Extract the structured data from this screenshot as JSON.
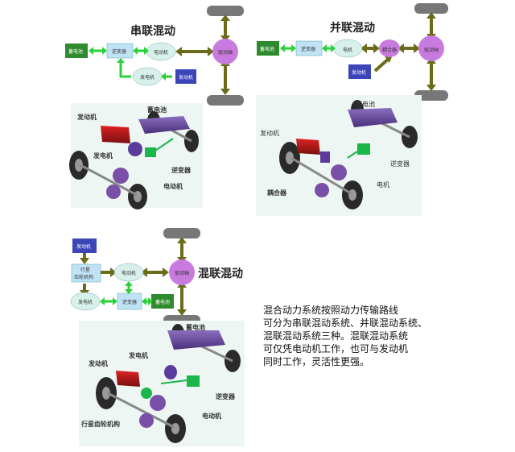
{
  "series_diagram": {
    "title": "串联混动",
    "nodes": {
      "battery": "蓄电池",
      "inverter": "逆变器",
      "motor": "电动机",
      "generator": "发电机",
      "engine": "发动机",
      "axle": "驱动轴"
    },
    "parts": {
      "engine": "发动机",
      "battery": "蓄电池",
      "generator": "发电机",
      "inverter": "逆变器",
      "motor": "电动机"
    }
  },
  "parallel_diagram": {
    "title": "并联混动",
    "nodes": {
      "battery": "蓄电池",
      "inverter": "逆变器",
      "motor": "电机",
      "coupler": "耦合器",
      "engine": "发动机",
      "axle": "驱动轴"
    },
    "parts": {
      "battery": "蓄电池",
      "engine": "发动机",
      "inverter": "逆变器",
      "motor": "电机",
      "coupler": "耦合器"
    }
  },
  "hybrid_diagram": {
    "title": "混联混动",
    "nodes": {
      "engine": "发动机",
      "planetary_line1": "行星",
      "planetary_line2": "齿轮机构",
      "motor": "电动机",
      "generator": "发电机",
      "inverter": "逆变器",
      "battery": "蓄电池",
      "axle": "驱动轴"
    },
    "parts": {
      "battery": "蓄电池",
      "generator": "发电机",
      "engine": "发动机",
      "inverter": "逆变器",
      "planetary": "行星齿轮机构",
      "motor": "电动机"
    }
  },
  "caption": {
    "lines": [
      "混合动力系统按照动力传输路线",
      "可分为串联混动系统、并联混动系统、",
      "混联混动系统三种。混联混动系统",
      "可仅凭电动机工作，也可与发动机",
      "同时工作，灵活性更强。"
    ]
  },
  "colors": {
    "battery": "#2e8b2e",
    "inverter": "#bfe3f5",
    "motor": "#d8f0ea",
    "engine": "#3b45b8",
    "generator": "#d8f0ea",
    "coupler": "#c97adf",
    "axle": "#c97adf",
    "shaft_arrow": "#6b6b1a",
    "flow_arrow": "#2bd13a",
    "wheel": "#777777"
  }
}
